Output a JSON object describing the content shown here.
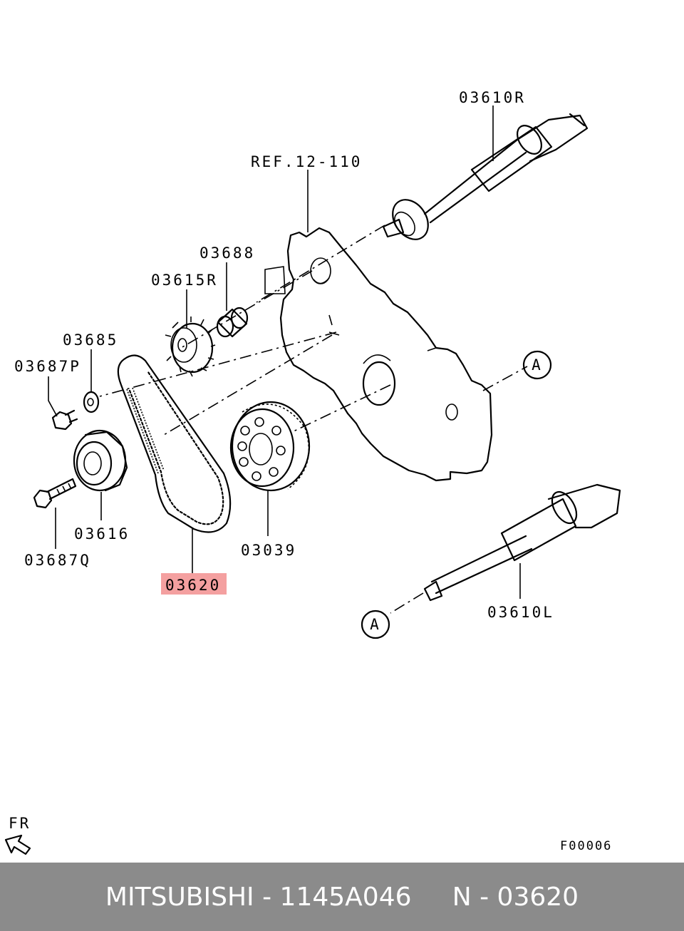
{
  "labels": {
    "shaft_r": "03610R",
    "ref": "REF.12-110",
    "spacer": "03688",
    "sprocket_r": "03615R",
    "washer": "03685",
    "bolt_p": "03687P",
    "tensioner": "03616",
    "bolt_q": "03687Q",
    "belt": "03620",
    "pulley": "03039",
    "shaft_l": "03610L",
    "ref_a_top": "A",
    "ref_a_bottom": "A",
    "front_mark": "FR",
    "figure_code": "F00006"
  },
  "highlight_color": "#f4a0a0",
  "footer": {
    "brand": "MITSUBISHI",
    "sep1": " - ",
    "part_number": "1145A046",
    "gap": "     ",
    "position": "N - 03620"
  }
}
